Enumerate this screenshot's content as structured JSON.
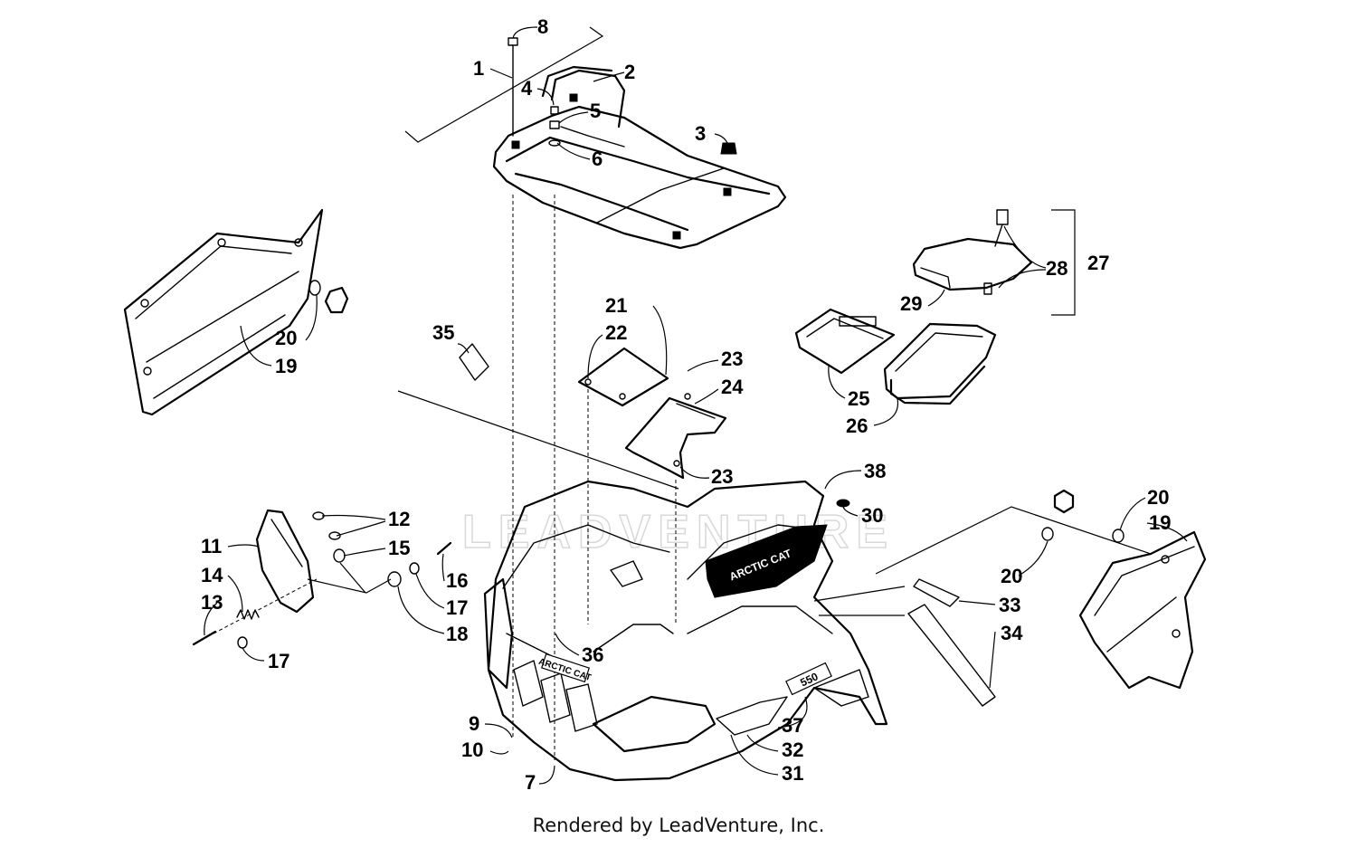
{
  "watermark": "LEADVENTURE",
  "footer": "Rendered by LeadVenture, Inc.",
  "brand_text": {
    "hood": "ARCTIC CAT",
    "decal": "ARCTIC CAT",
    "model": "550"
  },
  "callouts": [
    "1",
    "2",
    "3",
    "4",
    "5",
    "6",
    "7",
    "8",
    "9",
    "10",
    "11",
    "12",
    "13",
    "14",
    "15",
    "16",
    "17",
    "17",
    "18",
    "19",
    "19",
    "20",
    "20",
    "20",
    "21",
    "22",
    "23",
    "23",
    "24",
    "25",
    "26",
    "27",
    "28",
    "29",
    "30",
    "31",
    "32",
    "33",
    "34",
    "35",
    "36",
    "37",
    "38"
  ]
}
